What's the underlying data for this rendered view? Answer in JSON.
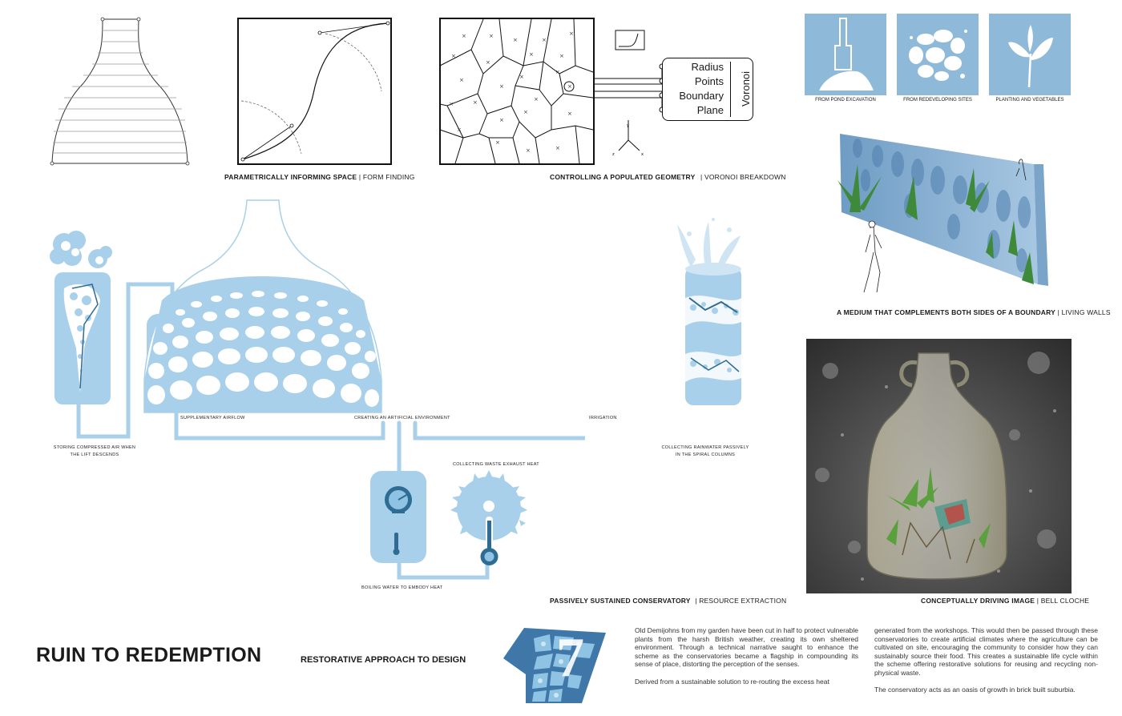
{
  "captions": {
    "form_finding_bold": "PARAMETRICALLY INFORMING SPACE",
    "form_finding_light": "| FORM FINDING",
    "voronoi_bold": "CONTROLLING A POPULATED GEOMETRY",
    "voronoi_light": "| VORONOI BREAKDOWN",
    "living_walls_bold": "A MEDIUM THAT COMPLEMENTS BOTH SIDES OF A BOUNDARY",
    "living_walls_light": "| LIVING WALLS",
    "conservatory_bold": "PASSIVELY SUSTAINED CONSERVATORY",
    "conservatory_light": "| RESOURCE EXTRACTION",
    "cloche_bold": "CONCEPTUALLY DRIVING IMAGE",
    "cloche_light": "| BELL CLOCHE"
  },
  "voronoi_box": {
    "inputs": [
      "Radius",
      "Points",
      "Boundary",
      "Plane"
    ],
    "component": "Voronoi"
  },
  "tiles": [
    {
      "caption": "FROM POND EXCAVATION",
      "icon": "shovel-icon"
    },
    {
      "caption": "FROM REDEVELOPING SITES",
      "icon": "rubble-icon"
    },
    {
      "caption": "PLANTING AND VEGETABLES",
      "icon": "sprout-icon"
    }
  ],
  "diagram_labels": {
    "storing_1": "STORING COMPRESSED AIR WHEN",
    "storing_2": "THE LIFT DESCENDS",
    "supplementary": "SUPPLEMENTARY AIRFLOW",
    "creating": "CREATING AN ARTIFICIAL ENVIRONMENT",
    "irrigation": "IRRIGATION",
    "collecting_rain_1": "COLLECTING RAINWATER PASSIVELY",
    "collecting_rain_2": "IN THE SPIRAL COLUMNS",
    "collecting_heat": "COLLECTING WASTE EXHAUST HEAT",
    "boiling": "BOILING WATER TO EMBODY HEAT"
  },
  "title": "RUIN TO REDEMPTION",
  "subtitle": "RESTORATIVE APPROACH TO DESIGN",
  "logo_number": "7",
  "body": {
    "col1_p1": "Old Demijohns from my garden have been cut in half to protect vulnerable plants from the harsh British weather, creating its own sheltered environment. Through a technical narrative saught to enhance the scheme as the conservatories became a flagship in compounding its sense of place, distorting the perception of the senses.",
    "col1_p2": "Derived from a sustainable solution to re-routing the excess heat",
    "col2_p1": "generated from the workshops. This would then be passed through these conservatories to create artificial climates where the agriculture can be cultivated on site, encouraging the community to consider how they can sustainably source their food. This creates a sustainable life cycle within the scheme offering restorative solutions for reusing and recycling non-physical waste.",
    "col2_p2": "The conservatory acts as an oasis of growth in brick built suburbia."
  },
  "colors": {
    "light_blue": "#a9d0ea",
    "mid_blue": "#8fc3e4",
    "dark_blue": "#2f6c93",
    "tile_blue": "#8fb9d8"
  }
}
